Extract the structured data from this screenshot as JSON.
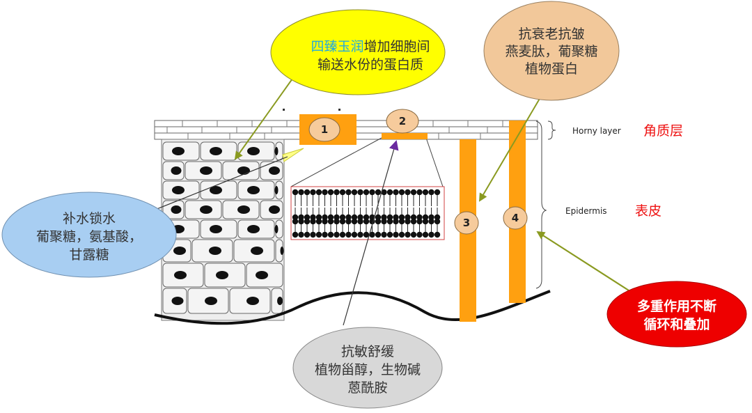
{
  "bubbles": {
    "top_yellow": {
      "highlight": "四臻玉润",
      "line1_rest": "增加细胞间",
      "line2": "输送水份的蛋白质",
      "fill": "#ffff00",
      "highlight_color": "#22aadd"
    },
    "top_right": {
      "line1": "抗衰老抗皱",
      "line2": "燕麦肽，葡聚糖",
      "line3": "植物蛋白",
      "fill": "#f2c89a"
    },
    "left_blue": {
      "line1": "补水锁水",
      "line2": "葡聚糖，氨基酸，",
      "line3": "甘露糖",
      "fill": "#a8cef2"
    },
    "bottom_gray": {
      "line1": "抗敏舒缓",
      "line2": "植物甾醇，生物碱",
      "line3": "蒽酰胺",
      "fill": "#d8d8d8"
    },
    "right_red": {
      "line1": "多重作用不断",
      "line2": "循环和叠加",
      "fill": "#ee0000"
    }
  },
  "layers": {
    "horny_en": "Horny layer",
    "horny_cn": "角质层",
    "epidermis_en": "Epidermis",
    "epidermis_cn": "表皮"
  },
  "markers": [
    "1",
    "2",
    "3",
    "4"
  ],
  "colors": {
    "orange": "#ffa010",
    "label_red": "#ee1111",
    "arrow_olive": "#8a9a20",
    "arrow_purple": "#6a2aa0",
    "pointer_dark": "#333333"
  }
}
